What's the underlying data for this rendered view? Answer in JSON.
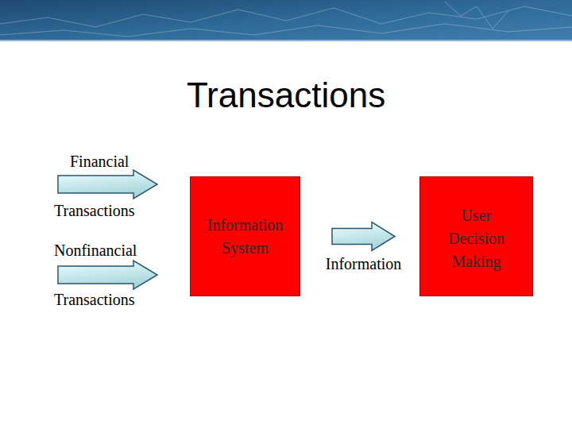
{
  "diagram": {
    "title": "Transactions",
    "nodes": [
      {
        "text": [
          "Information System"
        ]
      },
      {
        "text": [
          "User Decision Making"
        ]
      }
    ],
    "edges": [
      {
        "from": 0,
        "to": 1,
        "arrow": "to",
        "label": "Information"
      }
    ],
    "labels": [
      "Financial",
      "Transactions",
      "Nonfinancial",
      "Transactions"
    ]
  }
}
